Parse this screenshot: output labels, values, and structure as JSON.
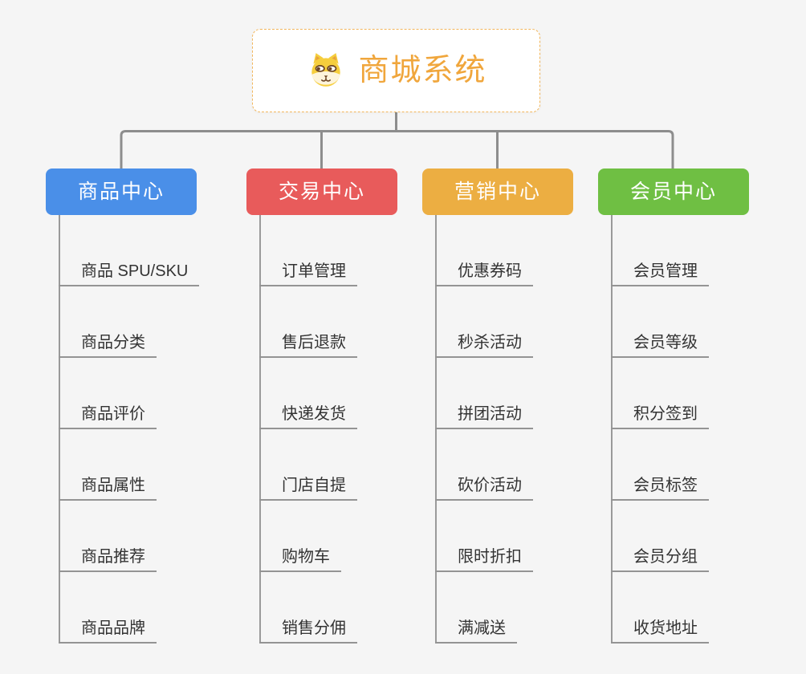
{
  "root": {
    "title": "商城系统",
    "icon": "dog-face-icon",
    "title_color": "#f0a63c",
    "border_color": "#f2b65c"
  },
  "branches": [
    {
      "label": "商品中心",
      "color": "#4a8fe8",
      "children": [
        "商品 SPU/SKU",
        "商品分类",
        "商品评价",
        "商品属性",
        "商品推荐",
        "商品品牌"
      ]
    },
    {
      "label": "交易中心",
      "color": "#e85b5b",
      "children": [
        "订单管理",
        "售后退款",
        "快递发货",
        "门店自提",
        "购物车",
        "销售分佣"
      ]
    },
    {
      "label": "营销中心",
      "color": "#ecae42",
      "children": [
        "优惠券码",
        "秒杀活动",
        "拼团活动",
        "砍价活动",
        "限时折扣",
        "满减送"
      ]
    },
    {
      "label": "会员中心",
      "color": "#6fbf43",
      "children": [
        "会员管理",
        "会员等级",
        "积分签到",
        "会员标签",
        "会员分组",
        "收货地址"
      ]
    }
  ],
  "colors": {
    "background": "#f5f5f5",
    "connector_line": "#8d8d8d",
    "leaf_underline": "#949494",
    "leaf_text": "#333333"
  }
}
